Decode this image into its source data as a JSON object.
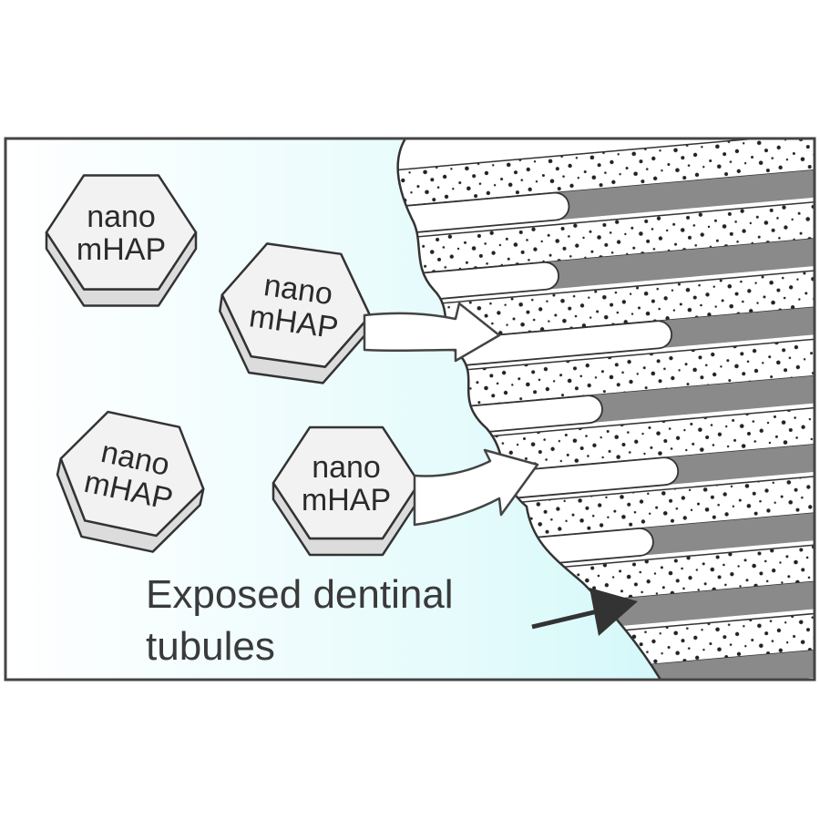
{
  "particles": [
    {
      "line1": "nano",
      "line2": "mHAP"
    },
    {
      "line1": "nano",
      "line2": "mHAP"
    },
    {
      "line1": "nano",
      "line2": "mHAP"
    },
    {
      "line1": "nano",
      "line2": "mHAP"
    }
  ],
  "caption": {
    "line1": "Exposed dentinal",
    "line2": "tubules"
  },
  "colors": {
    "fluid_light": "#c8f6f8",
    "tubule_gray": "#8a8a8a",
    "outline": "#333333",
    "hex_face": "#f2f2f2",
    "hex_side": "#dcdcdc"
  }
}
